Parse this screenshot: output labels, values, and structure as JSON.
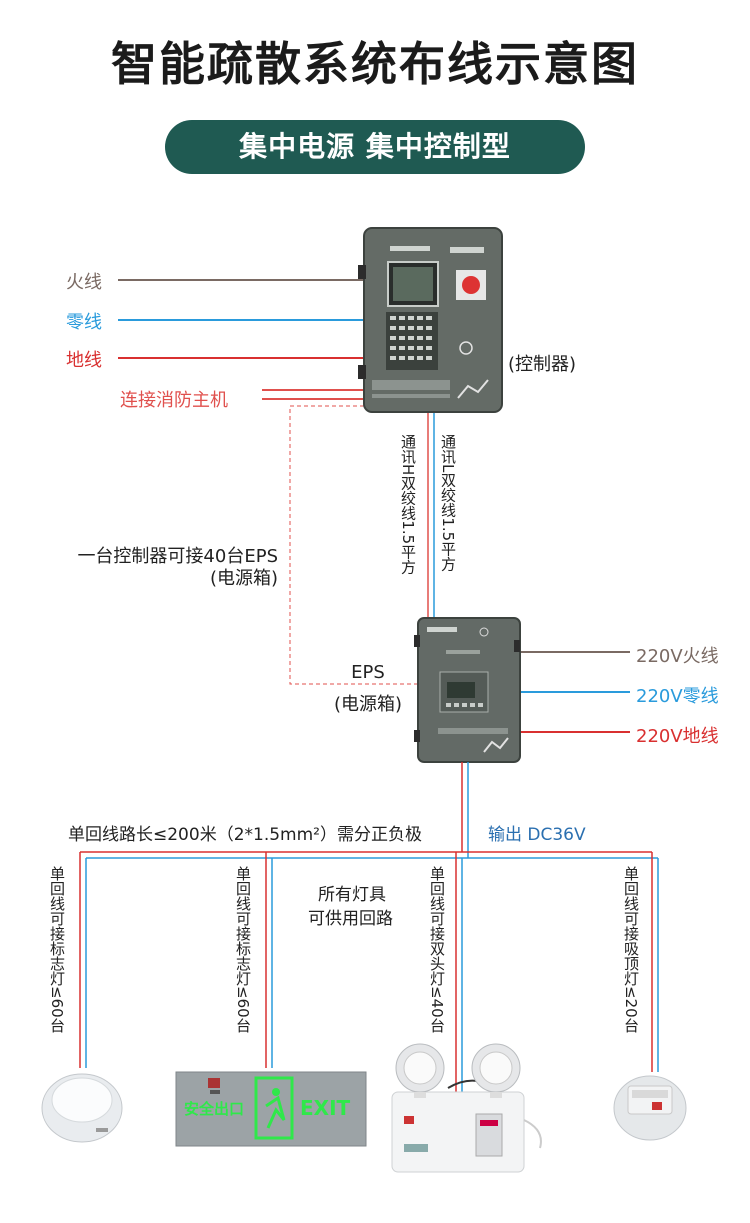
{
  "title": "智能疏散系统布线示意图",
  "subtitle": "集中电源 集中控制型",
  "controller": {
    "label": "(控制器)",
    "inputs": [
      "火线",
      "零线",
      "地线"
    ],
    "fire_link": "连接消防主机"
  },
  "comm_wires": [
    "通讯H双绞线1.5平方",
    "通讯L双绞线1.5平方"
  ],
  "capacity_note": [
    "一台控制器可接40台EPS",
    "(电源箱)"
  ],
  "eps": {
    "name": "EPS",
    "sub": "(电源箱)",
    "inputs": [
      "220V火线",
      "220V零线",
      "220V地线"
    ]
  },
  "circuit_note": "单回线路长≤200米（2*1.5mm²）需分正负极",
  "output_note": "输出 DC36V",
  "shared_note": [
    "所有灯具",
    "可供用回路"
  ],
  "branches": [
    "单回线可接标志灯≤60台",
    "单回线可接标志灯≤60台",
    "单回线可接双头灯≤40台",
    "单回线可接吸顶灯≤20台"
  ],
  "exit_sign": {
    "text_cn": "安全出口",
    "text_en": "EXIT"
  },
  "colors": {
    "live": "#7a6a63",
    "neutral": "#2a9bdc",
    "earth": "#d93030",
    "fire": "#e0504d",
    "pill": "#1f5a52",
    "device": "#5e6661"
  }
}
